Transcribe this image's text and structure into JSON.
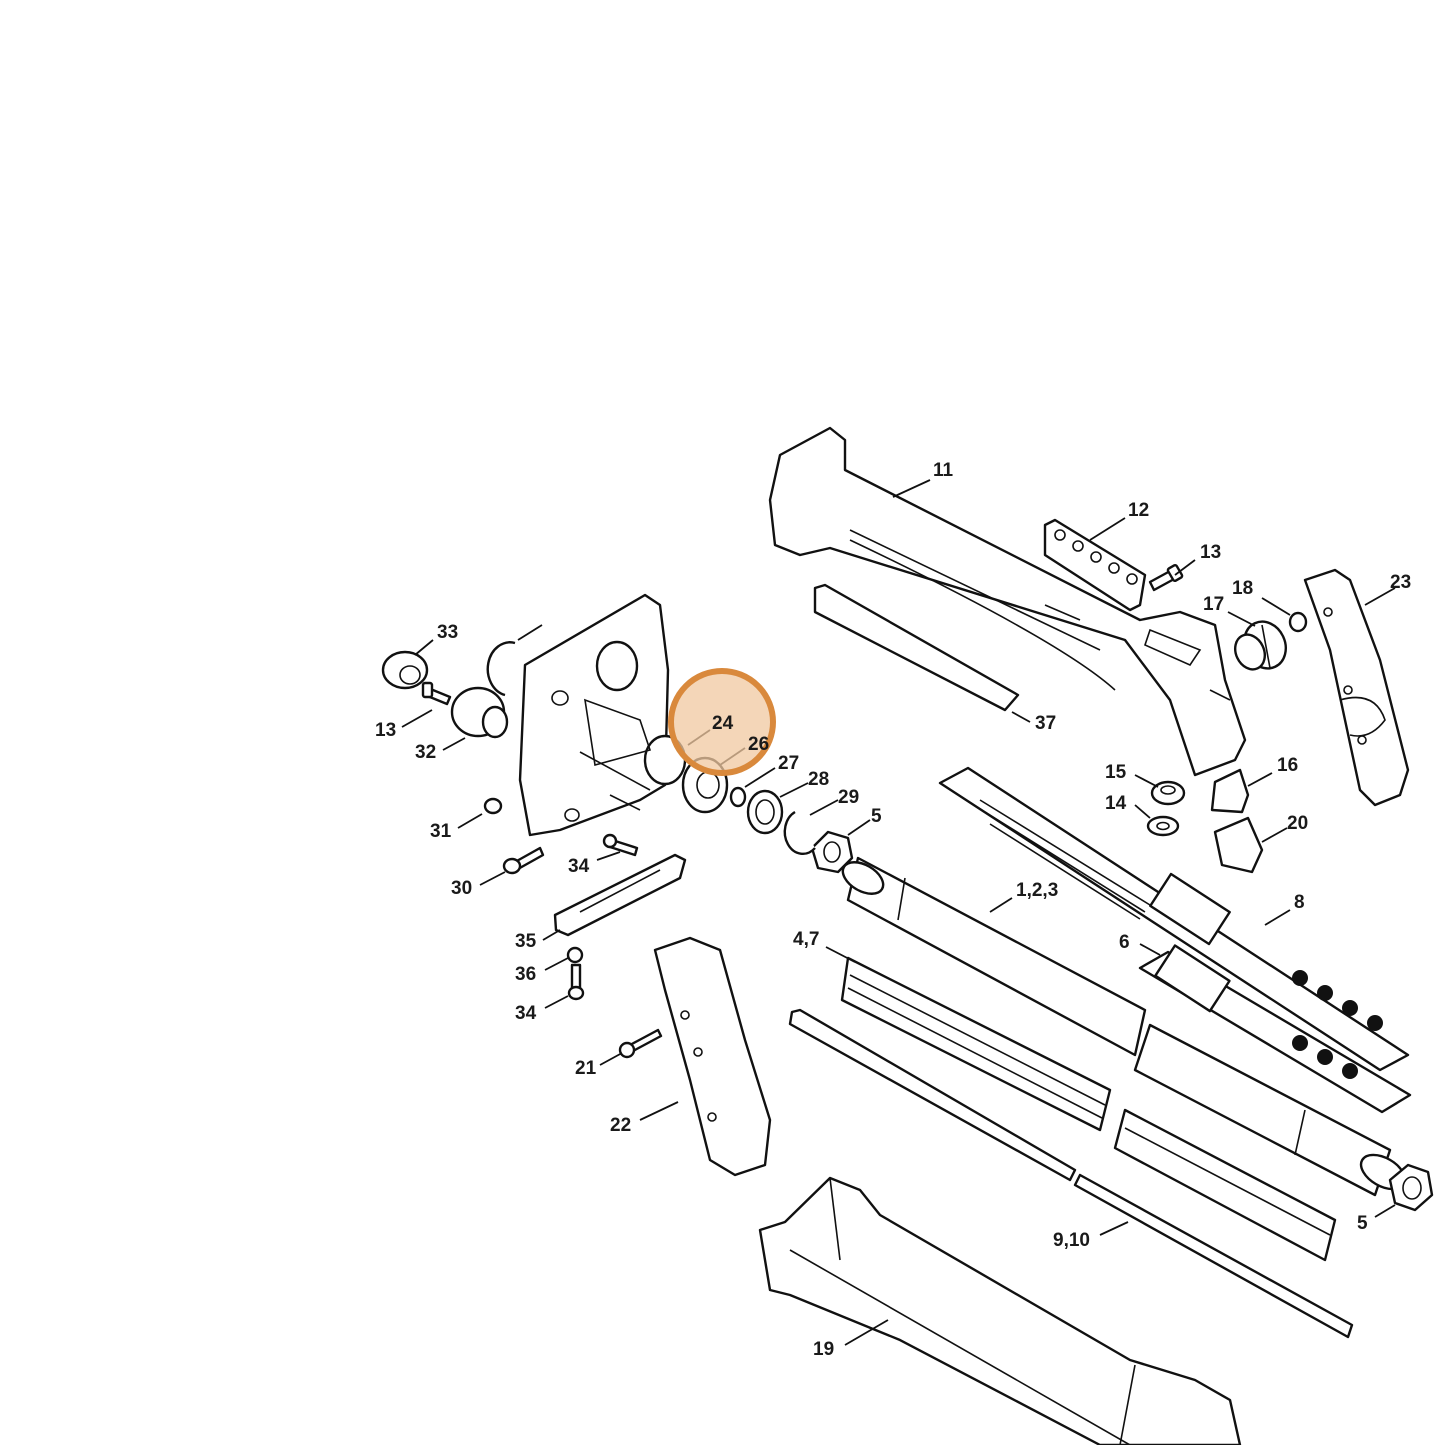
{
  "diagram": {
    "labels": {
      "l11": "11",
      "l12": "12",
      "l13a": "13",
      "l13b": "13",
      "l14": "14",
      "l15": "15",
      "l16": "16",
      "l17": "17",
      "l18": "18",
      "l19": "19",
      "l20": "20",
      "l21": "21",
      "l22": "22",
      "l23": "23",
      "l24": "24",
      "l26": "26",
      "l27": "27",
      "l28": "28",
      "l29": "29",
      "l30": "30",
      "l31": "31",
      "l32": "32",
      "l33": "33",
      "l34a": "34",
      "l34b": "34",
      "l35": "35",
      "l36": "36",
      "l37": "37",
      "l5a": "5",
      "l5b": "5",
      "l6": "6",
      "l8": "8",
      "l123": "1,2,3",
      "l47": "4,7",
      "l910": "9,10"
    },
    "highlight": {
      "part": "24",
      "color": "#d9893c"
    }
  }
}
